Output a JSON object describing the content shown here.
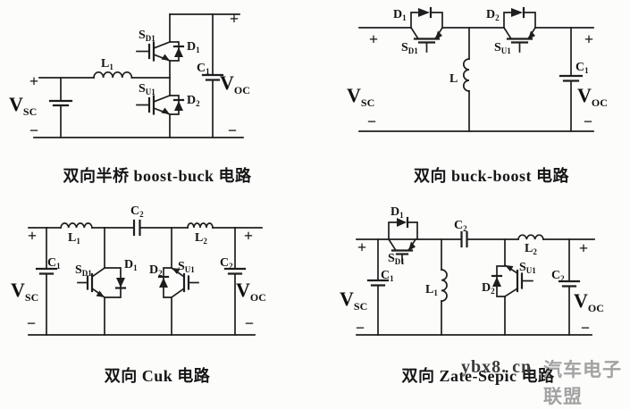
{
  "sym": {
    "plus": "+",
    "minus": "−"
  },
  "watermark": {
    "site": "ybx8. cn",
    "org": "汽车电子联盟"
  },
  "circuits": {
    "half_bridge": {
      "caption": "双向半桥 boost-buck 电路",
      "vsc": {
        "main": "V",
        "sub": "SC"
      },
      "voc": {
        "main": "V",
        "sub": "OC"
      },
      "l1": {
        "main": "L",
        "sub": "1"
      },
      "c1": {
        "main": "C",
        "sub": "1"
      },
      "sd1": {
        "main": "S",
        "sub": "D1"
      },
      "su1": {
        "main": "S",
        "sub": "U1"
      },
      "d1": {
        "main": "D",
        "sub": "1"
      },
      "d2": {
        "main": "D",
        "sub": "2"
      }
    },
    "buck_boost": {
      "caption": "双向 buck-boost 电路",
      "vsc": {
        "main": "V",
        "sub": "SC"
      },
      "voc": {
        "main": "V",
        "sub": "OC"
      },
      "l": {
        "main": "L",
        "sub": ""
      },
      "c1": {
        "main": "C",
        "sub": "1"
      },
      "sd1": {
        "main": "S",
        "sub": "D1"
      },
      "su1": {
        "main": "S",
        "sub": "U1"
      },
      "d1": {
        "main": "D",
        "sub": "1"
      },
      "d2": {
        "main": "D",
        "sub": "2"
      }
    },
    "cuk": {
      "caption": "双向 Cuk 电路",
      "vsc": {
        "main": "V",
        "sub": "SC"
      },
      "voc": {
        "main": "V",
        "sub": "OC"
      },
      "l1": {
        "main": "L",
        "sub": "1"
      },
      "l2": {
        "main": "L",
        "sub": "2"
      },
      "c1": {
        "main": "C",
        "sub": "1"
      },
      "c2": {
        "main": "C",
        "sub": "2"
      },
      "c_out": {
        "main": "C",
        "sub": "2"
      },
      "sd1": {
        "main": "S",
        "sub": "D1"
      },
      "su1": {
        "main": "S",
        "sub": "U1"
      },
      "d1": {
        "main": "D",
        "sub": "1"
      },
      "d2": {
        "main": "D",
        "sub": "2"
      }
    },
    "zeta_sepic": {
      "caption": "双向 Zate-Sepic 电路",
      "vsc": {
        "main": "V",
        "sub": "SC"
      },
      "voc": {
        "main": "V",
        "sub": "OC"
      },
      "l1": {
        "main": "L",
        "sub": "1"
      },
      "l2": {
        "main": "L",
        "sub": "2"
      },
      "c1": {
        "main": "C",
        "sub": "1"
      },
      "c2": {
        "main": "C",
        "sub": "2"
      },
      "c_out": {
        "main": "C",
        "sub": "2"
      },
      "sd1": {
        "main": "S",
        "sub": "D1"
      },
      "su1": {
        "main": "S",
        "sub": "U1"
      },
      "d1": {
        "main": "D",
        "sub": "1"
      },
      "d2": {
        "main": "D",
        "sub": "2"
      }
    }
  }
}
